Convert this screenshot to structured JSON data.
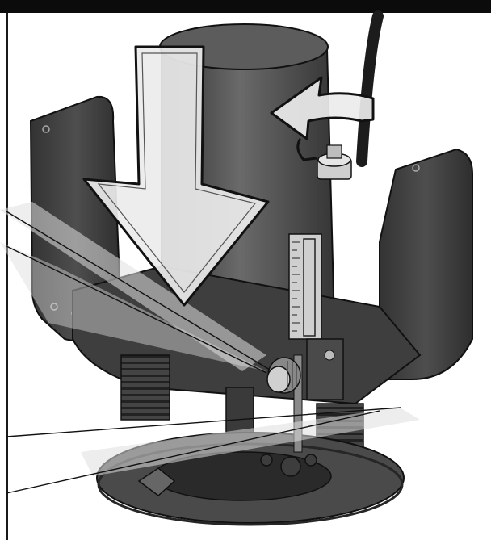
{
  "figure": {
    "subject": "plunge-router-illustration",
    "palette": {
      "housing_dark": "#3d3d3d",
      "housing_mid": "#5a5a5a",
      "housing_light": "#7a7a7a",
      "highlight_overlay": "#e6e6e6",
      "metal": "#b9b9b9",
      "base": "#474747",
      "line": "#111111"
    },
    "icons": {
      "plunge_arrow": "arrow-down-icon",
      "rotation_arrow": "curved-arrow-left-icon",
      "depth_scale": "ruler-scale",
      "lock_knob": "knurled-knob"
    },
    "callouts": [
      "leader-line-1",
      "leader-line-2",
      "leader-line-3",
      "leader-line-4"
    ]
  }
}
